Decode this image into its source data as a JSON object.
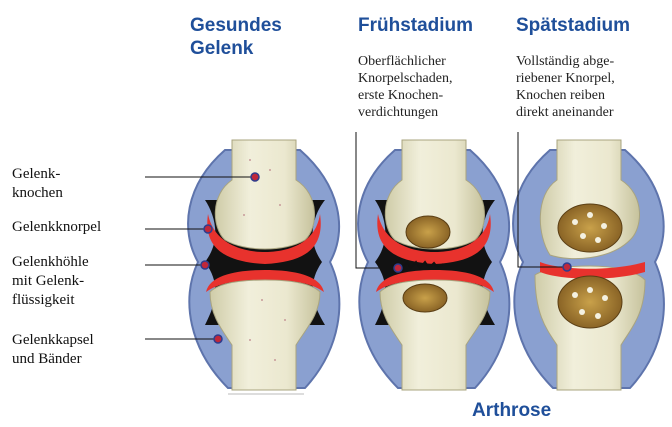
{
  "columns": {
    "healthy": {
      "title_line1": "Gesundes",
      "title_line2": "Gelenk"
    },
    "early": {
      "title": "Frühstadium",
      "desc": [
        "Oberflächlicher",
        "Knorpelschaden,",
        "erste Knochen-",
        "verdichtungen"
      ]
    },
    "late": {
      "title": "Spätstadium",
      "desc": [
        "Vollständig abge-",
        "riebener Knorpel,",
        "Knochen reiben",
        "direkt aneinander"
      ]
    }
  },
  "labels": {
    "bone": [
      "Gelenk-",
      "knochen"
    ],
    "cartilage": [
      "Gelenkknorpel"
    ],
    "cavity": [
      "Gelenkhöhle",
      "mit Gelenk-",
      "flüssigkeit"
    ],
    "capsule": [
      "Gelenkkapsel",
      "und Bänder"
    ]
  },
  "footer": "Arthrose",
  "colors": {
    "heading": "#1f4f9a",
    "bone": "#e9e7cc",
    "cartilage": "#e8322d",
    "capsule": "#7f95c8",
    "cavity": "#111111",
    "lesion": "#b08a3c"
  }
}
